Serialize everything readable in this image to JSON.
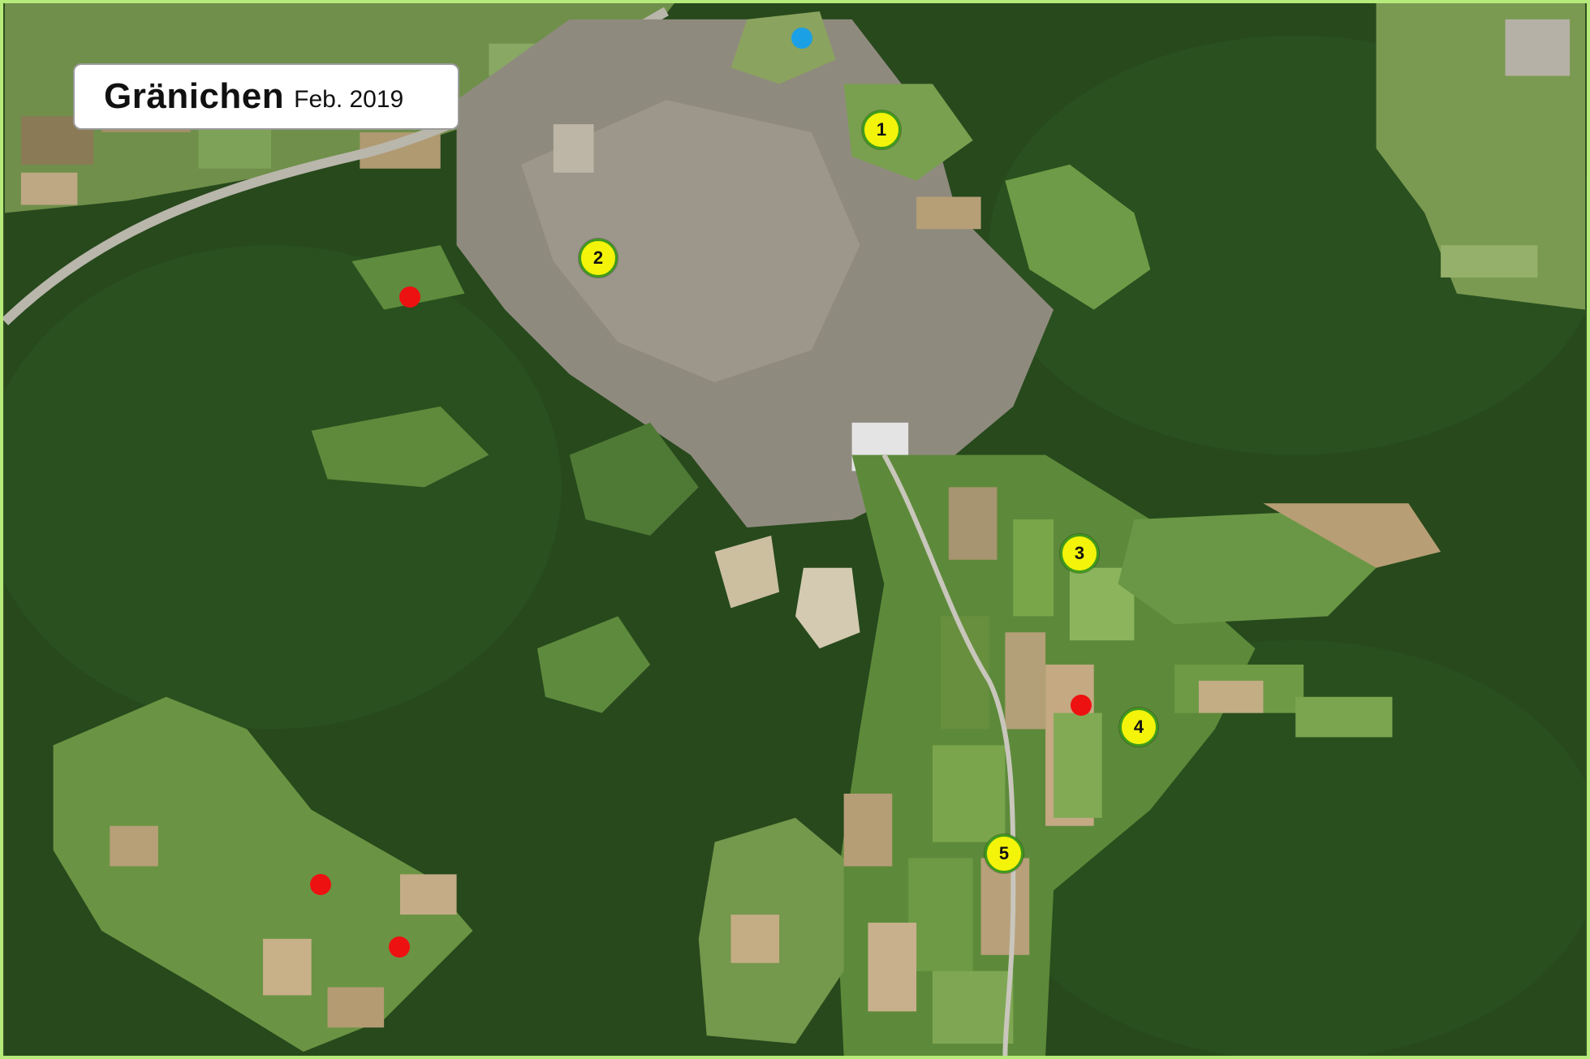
{
  "title": {
    "place": "Gränichen",
    "date": "Feb. 2019"
  },
  "markers": [
    {
      "label": "1"
    },
    {
      "label": "2"
    },
    {
      "label": "3"
    },
    {
      "label": "4"
    },
    {
      "label": "5"
    }
  ],
  "point_colors": {
    "red": "#ee1111",
    "blue": "#1ba0e6",
    "marker_fill": "#f4f30a",
    "marker_ring": "#3f9a1c",
    "frame": "#b6ea7a"
  }
}
